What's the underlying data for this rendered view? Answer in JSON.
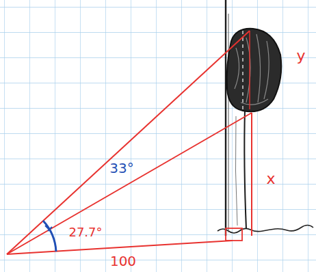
{
  "diagram": {
    "labels": [
      "33°",
      "27.7°",
      "100",
      "x",
      "y"
    ]
  }
}
